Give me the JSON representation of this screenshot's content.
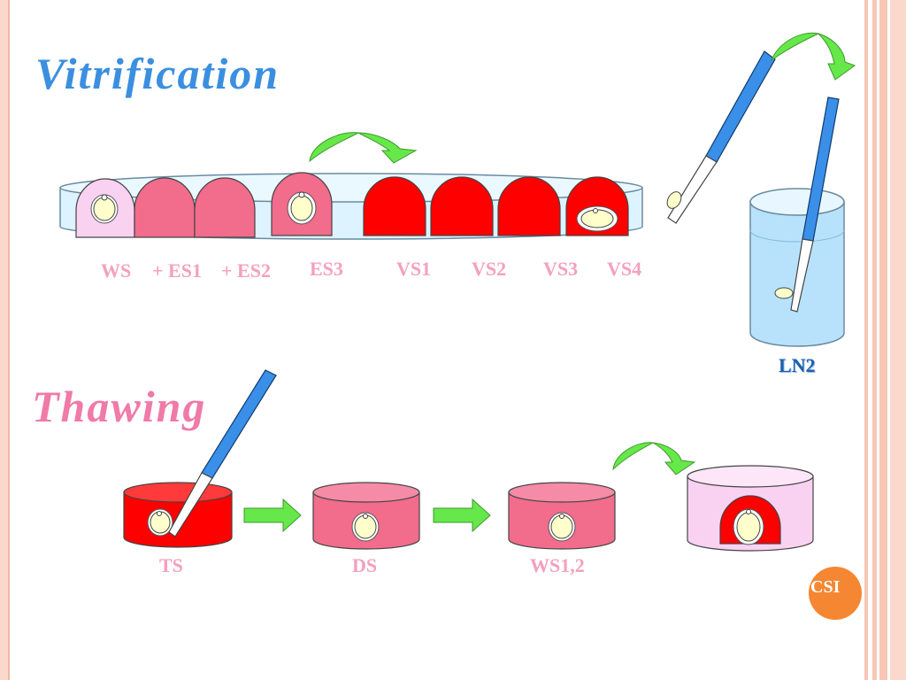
{
  "vitrification": {
    "title": "Vitrification",
    "labels": [
      "WS",
      "+ ES1",
      "+ ES2",
      "ES3",
      "VS1",
      "VS2",
      "VS3",
      "VS4"
    ],
    "label_color": "#F4A0BE"
  },
  "ln2": {
    "label": "LN2"
  },
  "thawing": {
    "title": "Thawing",
    "labels": [
      "TS",
      "DS",
      "WS1,2"
    ],
    "label_color": "#F4A0BE"
  },
  "badge": {
    "text": "CSI"
  },
  "colors": {
    "title_vitrification": "#3B8FE0",
    "title_thawing": "#F07AA8",
    "red": "#FF0000",
    "pink": "#F26C8C",
    "light_pink": "#F9D2F2",
    "straw_blue": "#3A8FE8",
    "arrow_green": "#66E84A",
    "dish": "#D8F1FF",
    "badge": "#F58732"
  }
}
